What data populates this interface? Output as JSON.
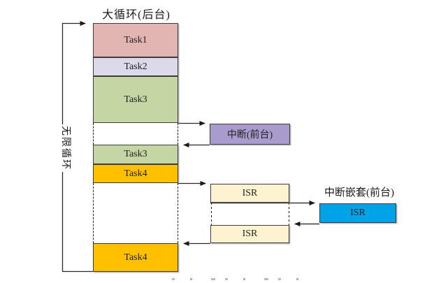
{
  "diagram": {
    "title": "大循环(后台)",
    "loop_label": "无限循环",
    "stack_blocks": [
      {
        "label": "Task1",
        "color": "#e3b5b2"
      },
      {
        "label": "Task2",
        "color": "#dcd9ea"
      },
      {
        "label": "Task3",
        "color": "#c5d6a4"
      },
      {
        "label": "Task3",
        "color": "#c5d6a4"
      },
      {
        "label": "Task4",
        "color": "#ffc000"
      },
      {
        "label": "Task4",
        "color": "#ffc000"
      }
    ],
    "interrupt_box": {
      "label": "中断(前台)",
      "color": "#a99bcd"
    },
    "isr_boxes": [
      {
        "label": "ISR",
        "color": "#fdf3d0"
      },
      {
        "label": "ISR",
        "color": "#fdf3d0"
      }
    ],
    "nested": {
      "title": "中断嵌套(前台)",
      "box": {
        "label": "ISR",
        "color": "#00a2e8"
      }
    },
    "line_color": "#2a2a2a",
    "background_color": "#ffffff"
  }
}
